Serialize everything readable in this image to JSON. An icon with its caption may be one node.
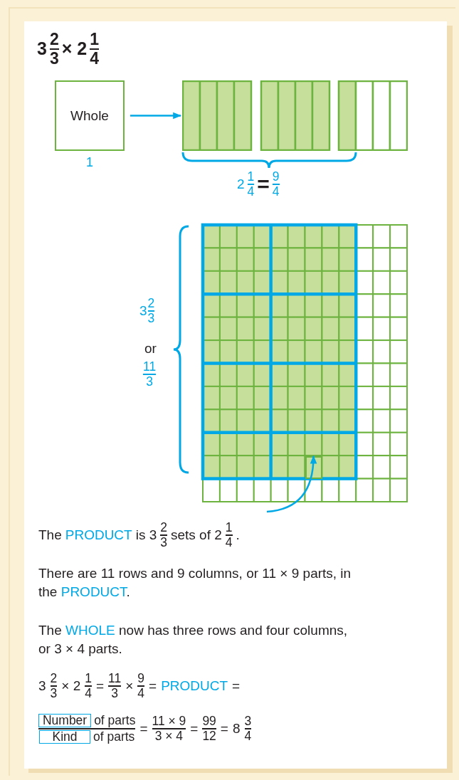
{
  "diagram": {
    "nodes": [
      {
        "text": [
          "Whole"
        ],
        "beside": [
          "1"
        ]
      },
      {
        "text": [],
        "shape": "bar"
      },
      {
        "text": [],
        "shape": "grid"
      },
      {
        "text": [],
        "shape": "box",
        "in": 2
      }
    ],
    "edges": [
      {
        "from": 0,
        "to": 1,
        "arrow": "to"
      },
      {
        "from": null,
        "to": 3,
        "arrow": "to"
      }
    ],
    "labels": [
      "3",
      "2",
      "3",
      "× 2",
      "1",
      "4",
      "2",
      "1",
      "4",
      "=",
      "9",
      "4",
      "3",
      "2",
      "3",
      "or",
      "11",
      "3",
      "The",
      "PRODUCT",
      "is 3",
      "2",
      "3",
      "sets of 2",
      "1",
      "4",
      ".",
      "There are 11 rows and 9 columns, or 11 × 9 parts, in the",
      "PRODUCT",
      ".",
      "The",
      "WHOLE",
      "now has three rows and four columns, or 3 × 4 parts.",
      "3",
      "2",
      "3",
      "× 2",
      "1",
      "4",
      "=",
      "11",
      "3",
      "×",
      "9",
      "4",
      "=",
      "PRODUCT",
      "=",
      "Number",
      "of parts",
      "Kind",
      "of parts",
      "=",
      "11 × 9",
      "3 × 4",
      "=",
      "99",
      "12",
      "=",
      "8",
      "3",
      "4"
    ]
  }
}
